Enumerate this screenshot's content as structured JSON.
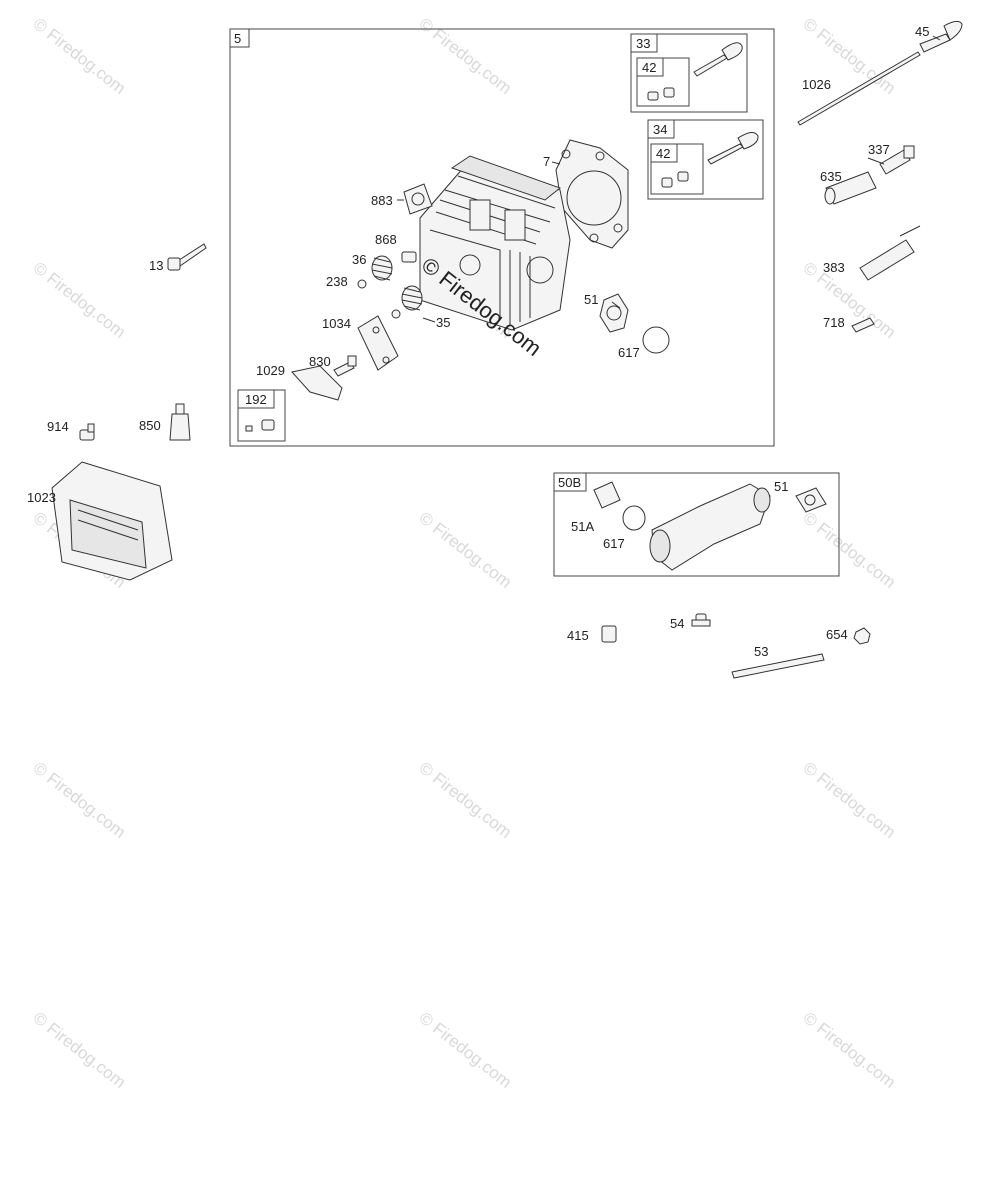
{
  "watermark": {
    "text": "© Firedog.com",
    "center_text": "© Firedog.com",
    "color": "#d9d9d9"
  },
  "boxes": {
    "main": "5",
    "valve_exhaust": "33",
    "valve_exhaust_inner": "42",
    "valve_intake": "34",
    "valve_intake_inner": "42",
    "breather_kit": "192",
    "intake_kit": "50B"
  },
  "callouts": {
    "p45": "45",
    "p1026": "1026",
    "p337": "337",
    "p635": "635",
    "p383": "383",
    "p718": "718",
    "p7": "7",
    "p883": "883",
    "p868": "868",
    "p36": "36",
    "p238": "238",
    "p13": "13",
    "p51": "51",
    "p1034": "1034",
    "p35": "35",
    "p617": "617",
    "p830": "830",
    "p1029": "1029",
    "p914": "914",
    "p850": "850",
    "p1023": "1023",
    "p51b": "51",
    "p51a": "51A",
    "p617b": "617",
    "p415": "415",
    "p54": "54",
    "p654": "654",
    "p53": "53"
  }
}
